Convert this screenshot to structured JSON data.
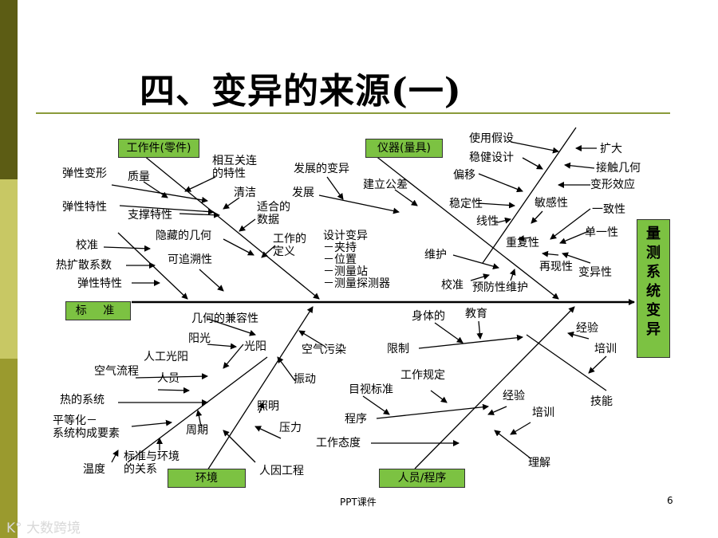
{
  "title": "四、变异的来源(一)",
  "effect": "量测系统变异",
  "categories": {
    "workpiece": "工作件(零件)",
    "instrument": "仪器(量具)",
    "standard": "标  准",
    "environment": "环境",
    "people": "人员/程序"
  },
  "labels": {
    "w_elastic_deform": "弹性变形",
    "w_mass": "质量",
    "w_related": "相互关连\n的特性",
    "w_elastic_char": "弹性特性",
    "w_support": "支撑特性",
    "w_clean": "清洁",
    "w_suit_data": "适合的\n数据",
    "w_hidden": "隐藏的几何",
    "w_work_def": "工作的\n定义",
    "w_trace": "可追溯性",
    "s_calib": "校准",
    "s_thermal": "热扩散系数",
    "s_elastic": "弹性特性",
    "i_dev_change": "发展的变异",
    "i_develop": "发展",
    "i_tolerance": "建立公差",
    "i_design_var": "设计变异\n－夹持\n－位置\n－测量站\n－测量探测器",
    "i_assume": "使用假设",
    "i_robust": "稳健设计",
    "i_bias": "偏移",
    "i_stability": "稳定性",
    "i_linearity": "线性",
    "i_sensitivity": "敏感性",
    "i_repeat": "重复性",
    "i_reproduce": "再现性",
    "i_maintain": "维护",
    "i_calib": "校准",
    "i_prevent": "预防性维护",
    "i_expand": "扩大",
    "i_contact": "接触几何",
    "i_deform_eff": "变形效应",
    "i_consistency": "一致性",
    "i_uniformity": "单一性",
    "i_variability": "变异性",
    "e_compat": "几何的兼容性",
    "e_sun": "阳光",
    "e_light": "光阳",
    "e_artlight": "人工光阳",
    "e_airflow": "空气流程",
    "e_people": "人员",
    "e_air_pollution": "空气污染",
    "e_vibration": "振动",
    "e_thermal_sys": "热的系统",
    "e_equalize": "平等化－\n系统构成要素",
    "e_lighting": "照明",
    "e_pressure": "压力",
    "e_period": "周期",
    "e_std_env": "标准与环境\n的关系",
    "e_temp": "温度",
    "e_ergonomic": "人因工程",
    "p_physical": "身体的",
    "p_education": "教育",
    "p_limit": "限制",
    "p_exp1": "经验",
    "p_train1": "培训",
    "p_skill": "技能",
    "p_work_rule": "工作规定",
    "p_visual_std": "目视标准",
    "p_procedure": "程序",
    "p_exp2": "经验",
    "p_train2": "培训",
    "p_attitude": "工作态度",
    "p_understand": "理解"
  },
  "footer": "PPT课件",
  "page_number": "6",
  "watermark": "大数跨境"
}
